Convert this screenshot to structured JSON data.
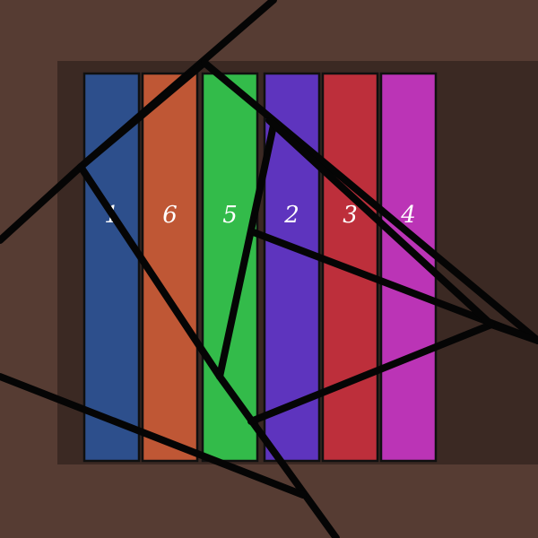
{
  "colors": {
    "background": "#563c33",
    "board": "#3b2923",
    "outline": "#101010",
    "line": "#050505",
    "label": "#ffffff"
  },
  "bars": [
    {
      "label": "1",
      "color": "#2d4f8c"
    },
    {
      "label": "6",
      "color": "#bf5735"
    },
    {
      "label": "5",
      "color": "#33bb4a"
    },
    {
      "label": "2",
      "color": "#5e34be"
    },
    {
      "label": "3",
      "color": "#bd2f3b"
    },
    {
      "label": "4",
      "color": "#bb34b6"
    }
  ]
}
